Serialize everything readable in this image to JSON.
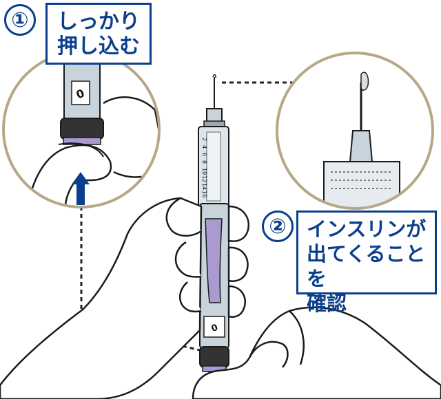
{
  "step1": {
    "number": "①",
    "lines": [
      "しっかり",
      "押し込む"
    ]
  },
  "step2": {
    "number": "②",
    "lines": [
      "インスリンが",
      "出てくることを",
      "確認"
    ]
  },
  "pen": {
    "dial_display": "0",
    "scale_numbers": [
      "2",
      "4",
      "6",
      "8",
      "10",
      "12",
      "14",
      "16"
    ]
  },
  "colors": {
    "label_blue": "#0b3f8c",
    "circle_border": "#b6a887",
    "pen_body": "#c9d3db",
    "pen_accent": "#a99ad0",
    "skin": "#ffffff",
    "outline": "#1a1a1a"
  },
  "icons": {
    "arrow": "arrow-up-icon"
  }
}
